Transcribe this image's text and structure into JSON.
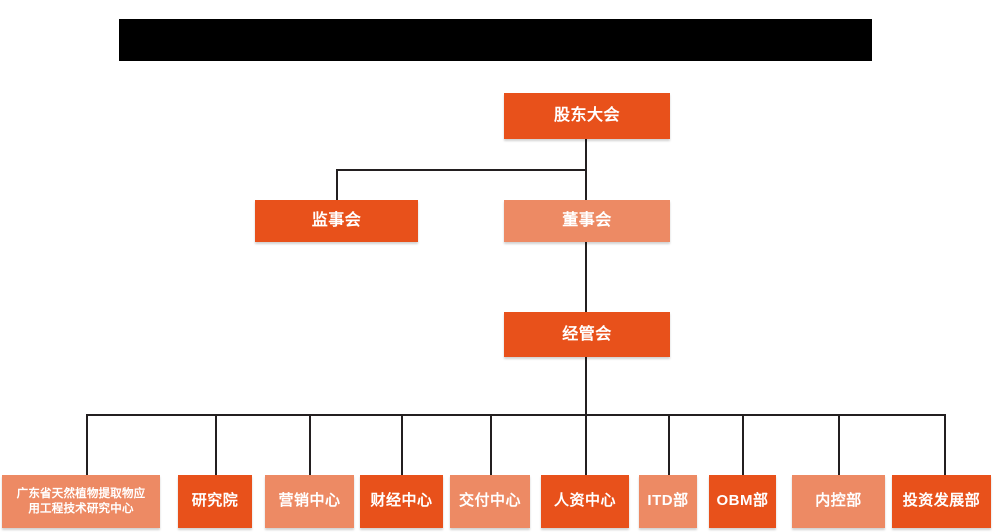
{
  "banner": {
    "name": "redacted-title-bar",
    "text": "",
    "color": "#000000"
  },
  "colors": {
    "dark_orange": "#E8511B",
    "light_orange": "#ED8A64",
    "connector": "#231f20",
    "background": "#FFFFFF",
    "label_text": "#FFFFFF"
  },
  "chart_data": {
    "type": "diagram",
    "subtype": "organization-chart",
    "title": "",
    "orientation": "top-down",
    "levels": [
      {
        "level": 1,
        "nodes": [
          "股东大会"
        ]
      },
      {
        "level": 2,
        "nodes": [
          "监事会",
          "董事会"
        ]
      },
      {
        "level": 3,
        "nodes": [
          "经管会"
        ]
      },
      {
        "level": 4,
        "nodes": [
          "广东省天然植物提取物应用工程技术研究中心",
          "研究院",
          "营销中心",
          "财经中心",
          "交付中心",
          "人资中心",
          "ITD部",
          "OBM部",
          "内控部",
          "投资发展部"
        ]
      }
    ],
    "edges": [
      {
        "from": "股东大会",
        "to": "监事会"
      },
      {
        "from": "股东大会",
        "to": "董事会"
      },
      {
        "from": "董事会",
        "to": "经管会"
      },
      {
        "from": "经管会",
        "to": "广东省天然植物提取物应用工程技术研究中心"
      },
      {
        "from": "经管会",
        "to": "研究院"
      },
      {
        "from": "经管会",
        "to": "营销中心"
      },
      {
        "from": "经管会",
        "to": "财经中心"
      },
      {
        "from": "经管会",
        "to": "交付中心"
      },
      {
        "from": "经管会",
        "to": "人资中心"
      },
      {
        "from": "经管会",
        "to": "ITD部"
      },
      {
        "from": "经管会",
        "to": "OBM部"
      },
      {
        "from": "经管会",
        "to": "内控部"
      },
      {
        "from": "经管会",
        "to": "投资发展部"
      }
    ]
  },
  "nodes": {
    "shareholders_meeting": {
      "label": "股东大会",
      "fill": "dark"
    },
    "board_of_supervisors": {
      "label": "监事会",
      "fill": "dark"
    },
    "board_of_directors": {
      "label": "董事会",
      "fill": "light"
    },
    "management_committee": {
      "label": "经管会",
      "fill": "dark"
    },
    "leaves": [
      {
        "id": "engineering-research-center",
        "line1": "广东省天然植物提取物应",
        "line2": "用工程技术研究中心",
        "fill": "light"
      },
      {
        "id": "research-institute",
        "label": "研究院",
        "fill": "dark"
      },
      {
        "id": "marketing-center",
        "label": "营销中心",
        "fill": "light"
      },
      {
        "id": "finance-center",
        "label": "财经中心",
        "fill": "dark"
      },
      {
        "id": "delivery-center",
        "label": "交付中心",
        "fill": "light"
      },
      {
        "id": "hr-center",
        "label": "人资中心",
        "fill": "dark"
      },
      {
        "id": "itd-department",
        "label": "ITD部",
        "fill": "light"
      },
      {
        "id": "obm-department",
        "label": "OBM部",
        "fill": "dark"
      },
      {
        "id": "internal-control-department",
        "label": "内控部",
        "fill": "light"
      },
      {
        "id": "investment-development-department",
        "label": "投资发展部",
        "fill": "dark"
      }
    ]
  }
}
